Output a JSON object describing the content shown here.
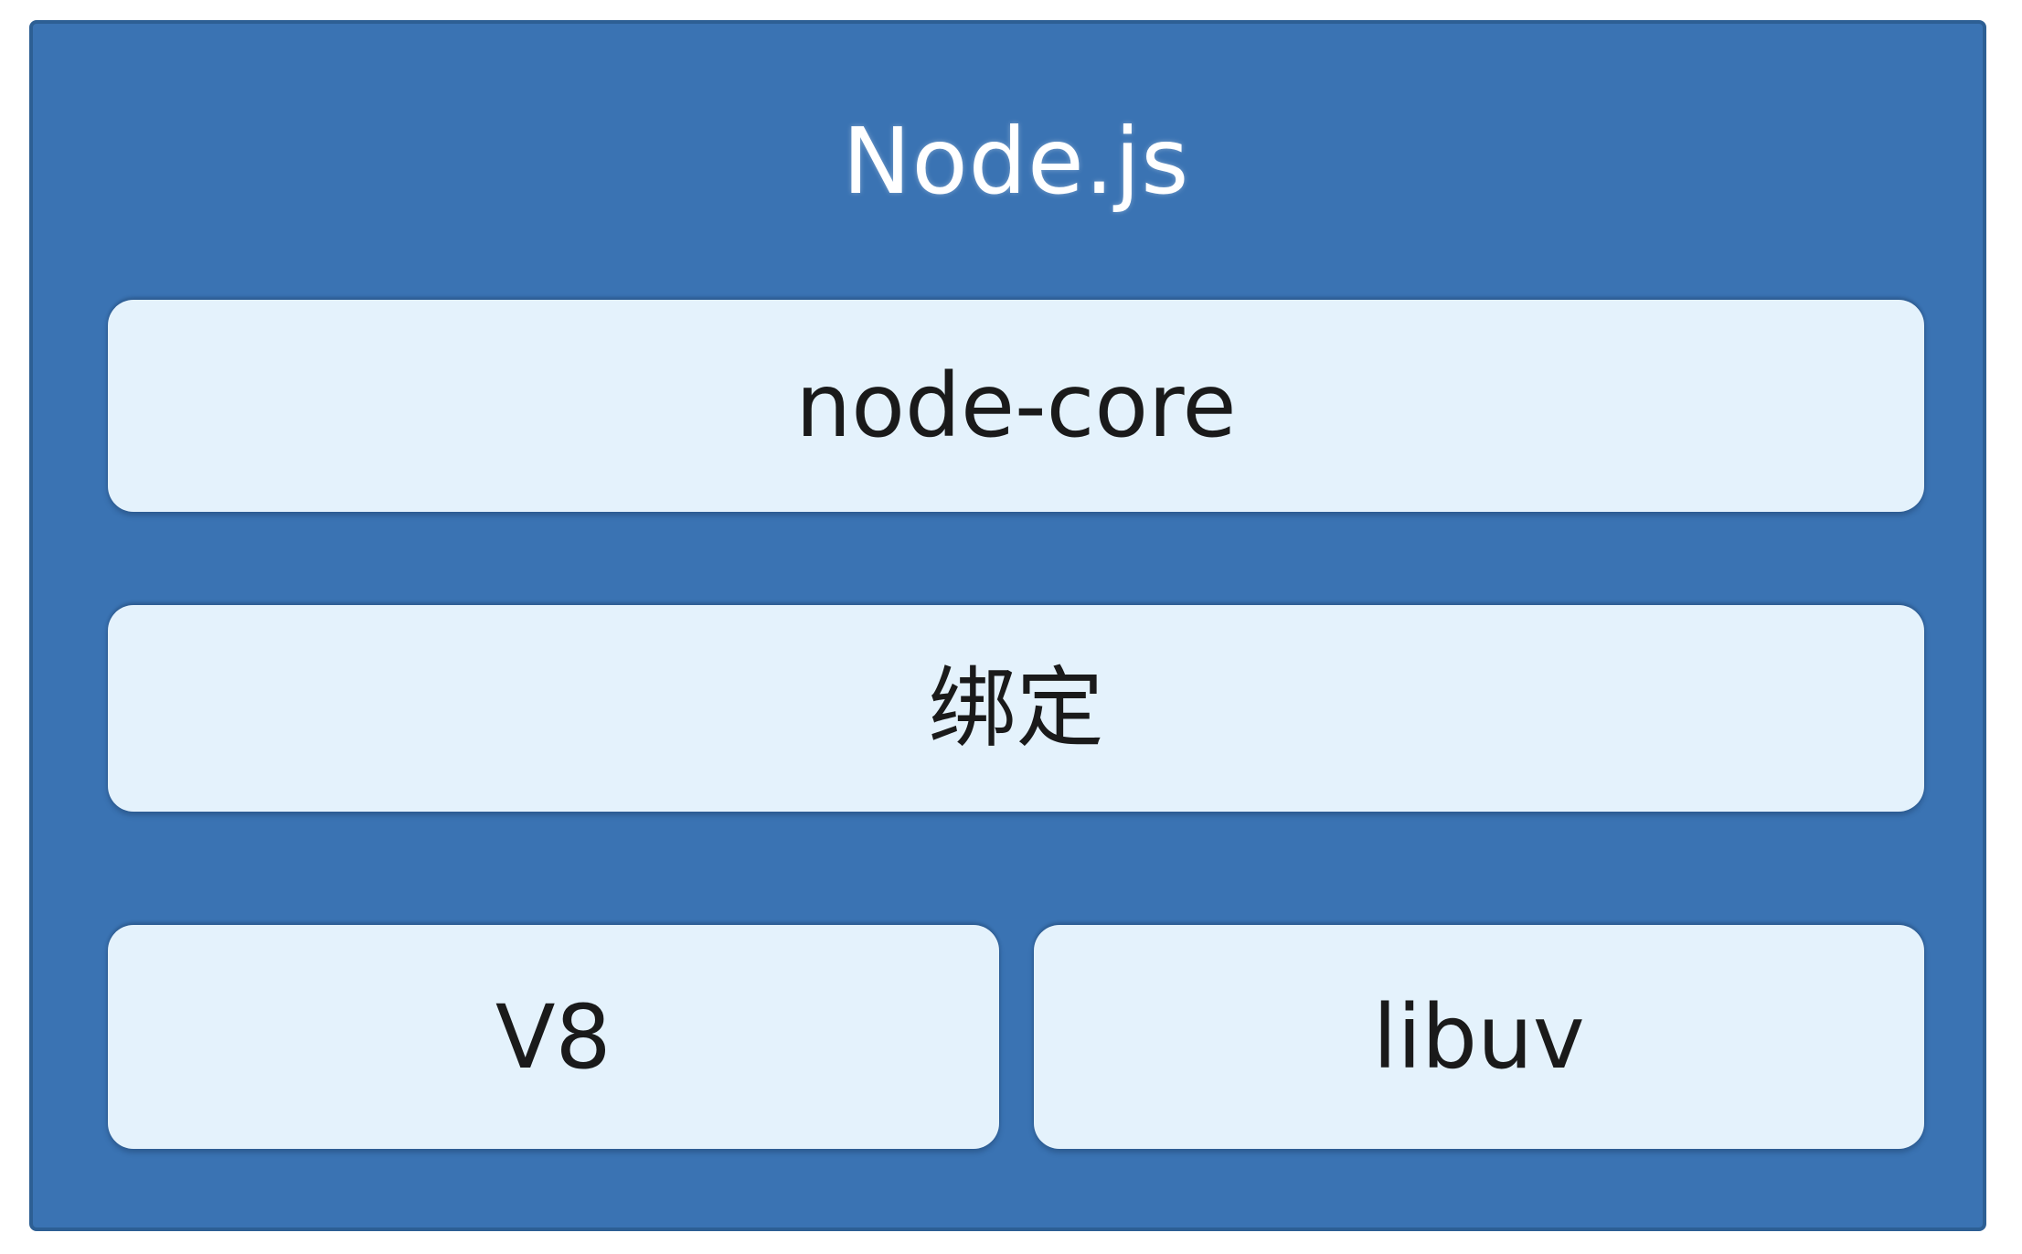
{
  "diagram": {
    "title": "Node.js",
    "layers": [
      {
        "label": "node-core"
      },
      {
        "label": "绑定"
      }
    ],
    "bottom_row": [
      {
        "label": "V8"
      },
      {
        "label": "libuv"
      }
    ],
    "colors": {
      "page_bg": "#FFFFFF",
      "container_bg": "#3A73B3",
      "container_border": "#2D5F94",
      "box_bg": "#E4F2FC",
      "title_color": "#FFFFFF",
      "label_color": "#1A1A1A"
    }
  }
}
